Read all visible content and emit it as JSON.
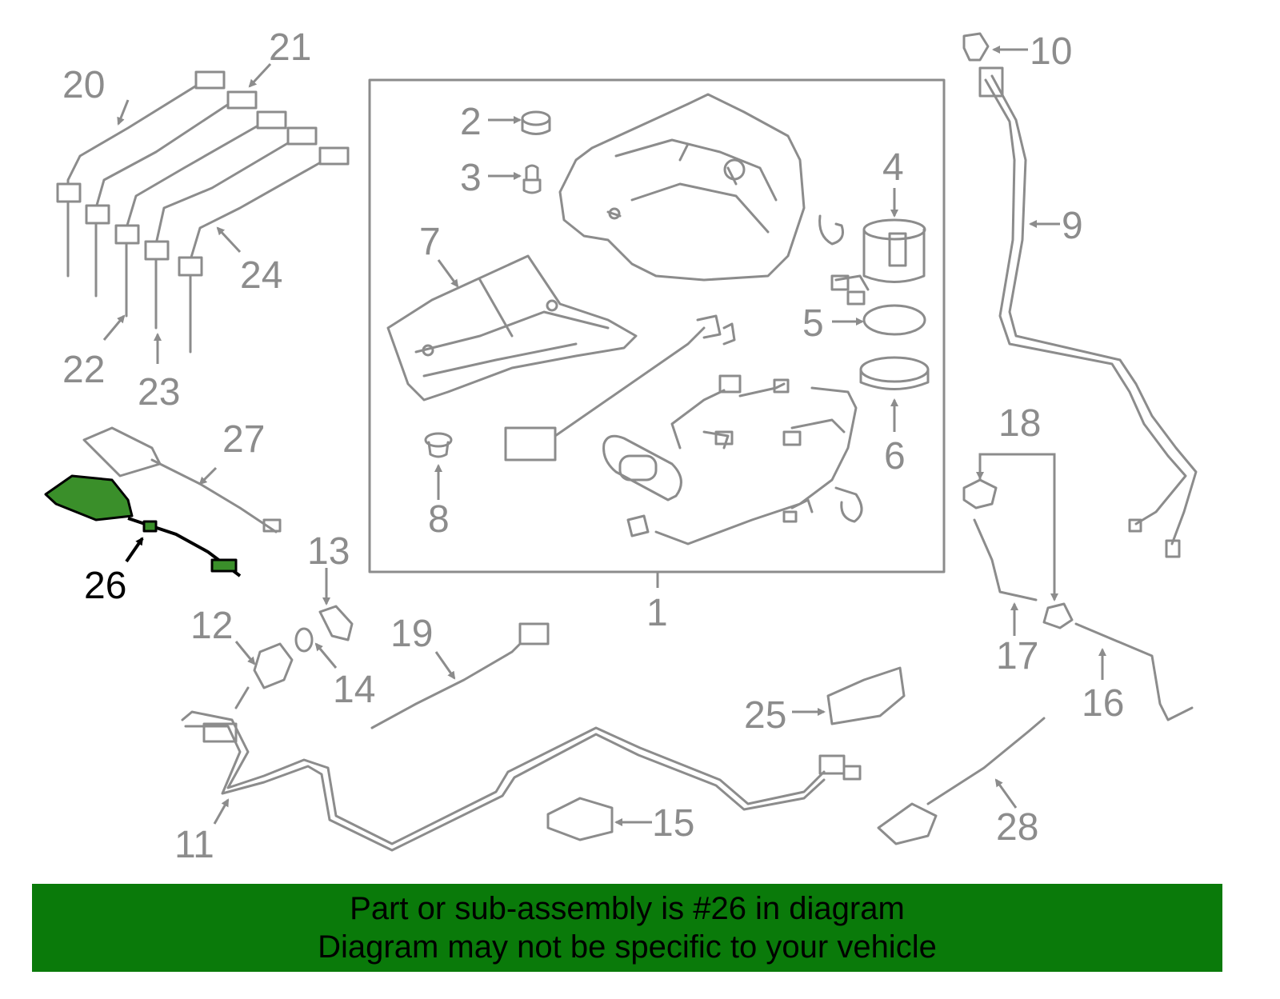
{
  "callouts": {
    "n1": "1",
    "n2": "2",
    "n3": "3",
    "n4": "4",
    "n5": "5",
    "n6": "6",
    "n7": "7",
    "n8": "8",
    "n9": "9",
    "n10": "10",
    "n11": "11",
    "n12": "12",
    "n13": "13",
    "n14": "14",
    "n15": "15",
    "n16": "16",
    "n17": "17",
    "n18": "18",
    "n19": "19",
    "n20": "20",
    "n21": "21",
    "n22": "22",
    "n23": "23",
    "n24": "24",
    "n25": "25",
    "n26": "26",
    "n27": "27",
    "n28": "28"
  },
  "highlighted_part": "26",
  "colors": {
    "line": "#8c8c8c",
    "highlight": "#3a8f2a",
    "banner": "#0a7a0a"
  },
  "banner": {
    "line1": "Part or sub-assembly is #26 in diagram",
    "line2": "Diagram may not be specific to your vehicle"
  }
}
